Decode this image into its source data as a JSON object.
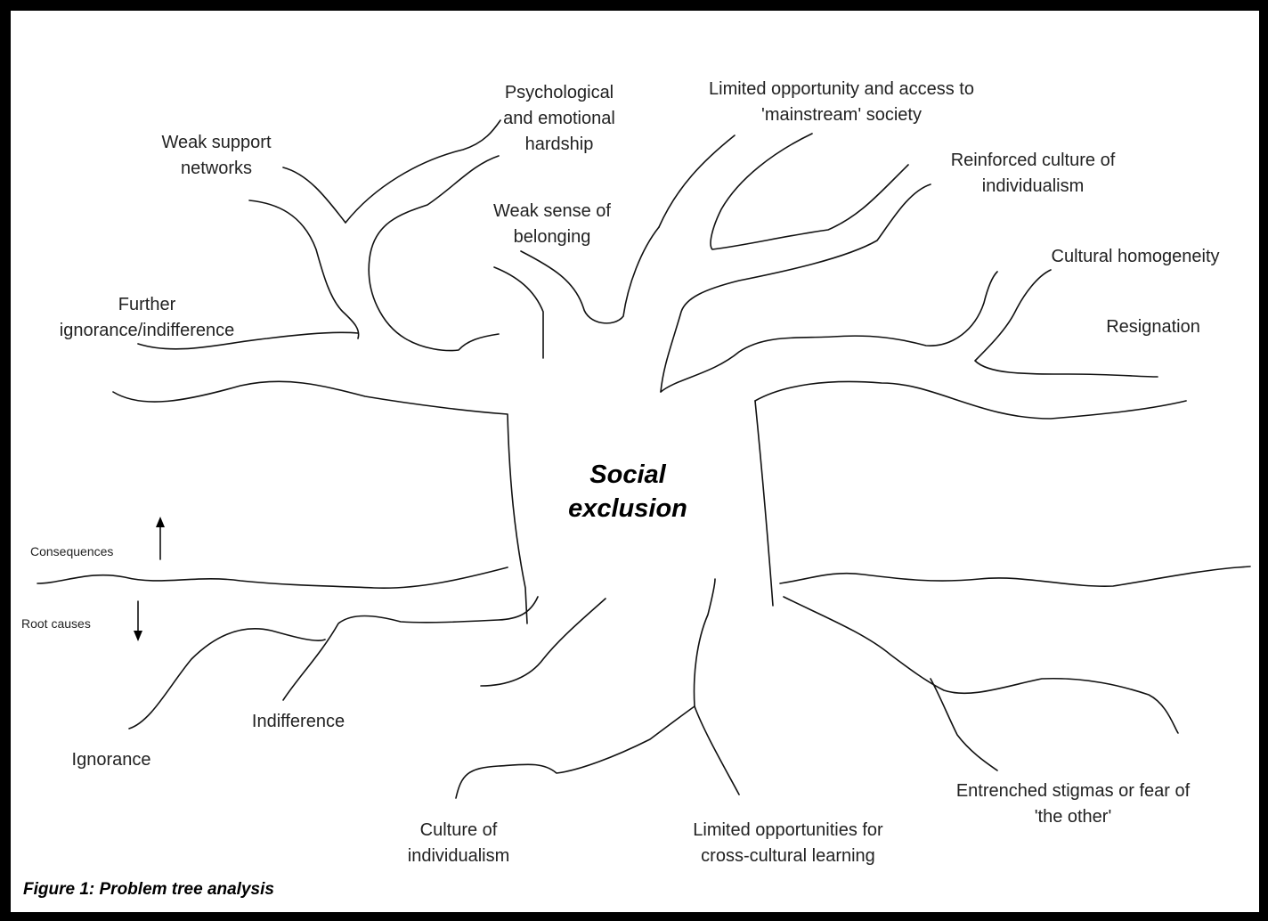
{
  "center": "Social\nexclusion",
  "consequences": {
    "weak_support": "Weak support\nnetworks",
    "psychological": "Psychological\nand emotional\nhardship",
    "limited_access": "Limited opportunity and access to\n'mainstream' society",
    "reinforced_culture": "Reinforced culture of\nindividualism",
    "weak_belonging": "Weak sense of\nbelonging",
    "cultural_homogeneity": "Cultural homogeneity",
    "resignation": "Resignation",
    "further_ignorance": "Further\nignorance/indifference"
  },
  "legend": {
    "consequences_label": "Consequences",
    "root_causes_label": "Root causes"
  },
  "root_causes": {
    "indifference": "Indifference",
    "ignorance": "Ignorance",
    "culture_individualism": "Culture of\nindividualism",
    "limited_learning": "Limited opportunities for\ncross-cultural learning",
    "entrenched_stigmas": "Entrenched stigmas or fear of\n'the other'"
  },
  "caption": "Figure 1: Problem tree analysis"
}
